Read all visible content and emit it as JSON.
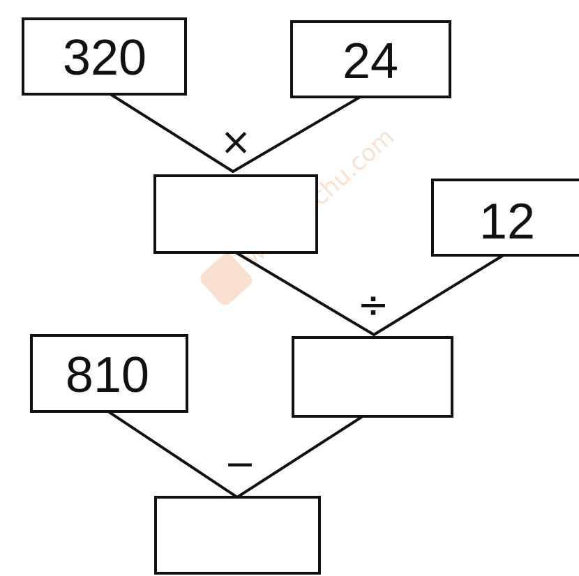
{
  "diagram": {
    "inputs": {
      "a": "320",
      "b": "24",
      "c": "12",
      "d": "810"
    },
    "operators": {
      "multiply": "×",
      "divide": "÷",
      "subtract": "−"
    },
    "results": {
      "product": "",
      "quotient": "",
      "difference": ""
    }
  },
  "watermark": {
    "text": "www.xschu.com"
  },
  "colors": {
    "ink": "#111111",
    "watermark": "#f6c7a6"
  }
}
